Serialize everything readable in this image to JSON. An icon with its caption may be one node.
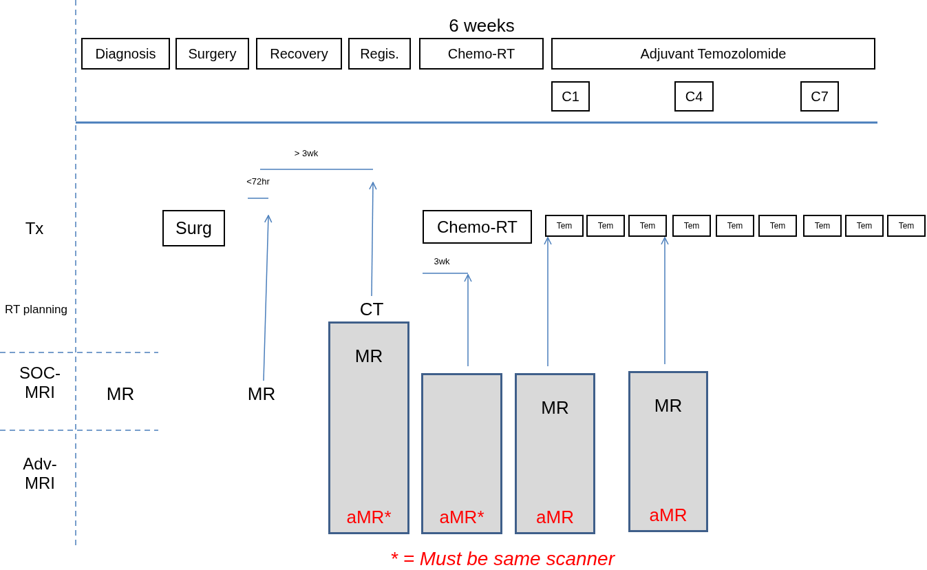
{
  "diagram": {
    "caption": "* = Must be same scanner",
    "nodes": [
      {
        "text": [
          "Diagnosis"
        ]
      },
      {
        "text": [
          "Surgery"
        ]
      },
      {
        "text": [
          "Recovery"
        ]
      },
      {
        "text": [
          "Regis."
        ]
      },
      {
        "text": [
          "Chemo-RT"
        ],
        "beside": [
          "6 weeks"
        ]
      },
      {
        "text": [
          "Adjuvant Temozolomide"
        ]
      },
      {
        "text": [
          "C1"
        ]
      },
      {
        "text": [
          "C4"
        ]
      },
      {
        "text": [
          "C7"
        ]
      },
      {
        "text": [
          "Surg"
        ]
      },
      {
        "text": [
          "Chemo-RT"
        ]
      },
      {
        "text": [
          "Tem"
        ]
      },
      {
        "text": [
          "Tem"
        ]
      },
      {
        "text": [
          "Tem"
        ]
      },
      {
        "text": [
          "Tem"
        ]
      },
      {
        "text": [
          "Tem"
        ]
      },
      {
        "text": [
          "Tem"
        ]
      },
      {
        "text": [
          "Tem"
        ]
      },
      {
        "text": [
          "Tem"
        ]
      },
      {
        "text": [
          "Tem"
        ]
      },
      {
        "text": [
          "MR"
        ]
      },
      {
        "text": [
          "MR"
        ]
      },
      {
        "text": [
          "CT"
        ]
      },
      {
        "text": [
          "MR",
          "aMR*"
        ]
      },
      {
        "text": [
          "aMR*"
        ]
      },
      {
        "text": [
          "MR",
          "aMR"
        ]
      },
      {
        "text": [
          "MR",
          "aMR"
        ]
      }
    ],
    "edges": [
      {
        "from": 21,
        "to": null,
        "arrow": "to"
      },
      {
        "from": 22,
        "to": null,
        "arrow": "to"
      },
      {
        "from": 24,
        "to": null,
        "arrow": "to"
      },
      {
        "from": 25,
        "to": 11,
        "arrow": "to"
      },
      {
        "from": 26,
        "to": 13,
        "arrow": "to"
      }
    ],
    "labels": [
      "> 3wk",
      "<72hr",
      "Tx",
      "3wk",
      "RT planning",
      "SOC-MRI",
      "Adv-MRI"
    ]
  }
}
